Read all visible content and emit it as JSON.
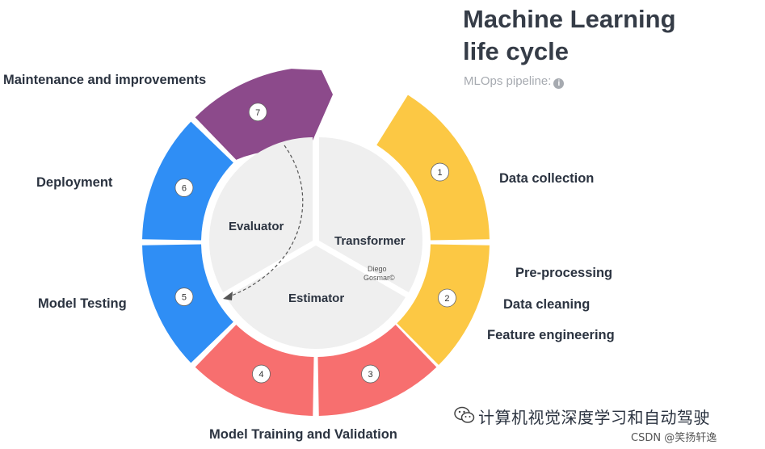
{
  "title_lines": [
    "Machine Learning",
    "life cycle"
  ],
  "subtitle": "MLOps pipeline:",
  "info_icon": "info-icon",
  "center": {
    "evaluator": "Evaluator",
    "transformer": "Transformer",
    "estimator": "Estimator",
    "credit_line1": "Diego",
    "credit_line2": "Gosmar©"
  },
  "steps": [
    {
      "num": "1",
      "color": "#fcc844"
    },
    {
      "num": "2",
      "color": "#fcc844"
    },
    {
      "num": "3",
      "color": "#f76f6f"
    },
    {
      "num": "4",
      "color": "#f76f6f"
    },
    {
      "num": "5",
      "color": "#2f8ef5"
    },
    {
      "num": "6",
      "color": "#2f8ef5"
    },
    {
      "num": "7",
      "color": "#8c4a8b"
    }
  ],
  "labels": {
    "data_collection": "Data collection",
    "pre_processing": "Pre-processing",
    "data_cleaning": "Data cleaning",
    "feature_engineering": "Feature engineering",
    "model_training": "Model Training and Validation",
    "model_testing": "Model Testing",
    "deployment": "Deployment",
    "maintenance": "Maintenance and improvements"
  },
  "watermark": {
    "icon": "wechat-icon",
    "text": "计算机视觉深度学习和自动驾驶"
  },
  "csdn": "CSDN @笑扬轩逸"
}
